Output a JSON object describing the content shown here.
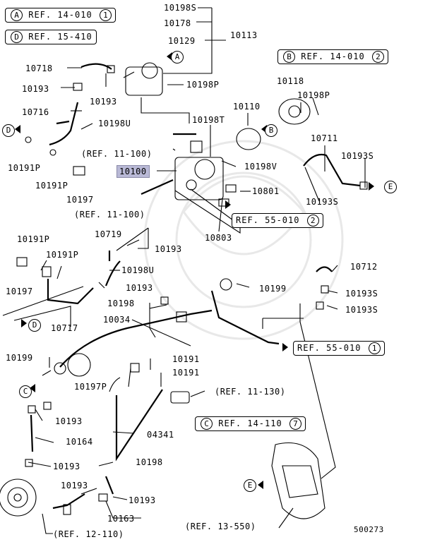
{
  "diagram_id": "500273",
  "references": [
    {
      "letter": "A",
      "text": "REF. 14-010",
      "num": "1"
    },
    {
      "letter": "D",
      "text": "REF. 15-410",
      "num": ""
    },
    {
      "letter": "B",
      "text": "REF. 14-010",
      "num": "2"
    },
    {
      "letter": "",
      "text": "REF. 55-010",
      "num": "2"
    },
    {
      "letter": "",
      "text": "REF. 55-010",
      "num": "1"
    },
    {
      "letter": "C",
      "text": "REF. 14-110",
      "num": "7"
    }
  ],
  "ref_texts": [
    "(REF. 11-100)",
    "(REF. 11-100)",
    "(REF. 11-130)",
    "(REF. 12-110)",
    "(REF. 13-550)"
  ],
  "parts": [
    "10198S",
    "10178",
    "10129",
    "10113",
    "10718",
    "10193",
    "10193",
    "10198P",
    "10716",
    "10198U",
    "10191P",
    "10191P",
    "10197",
    "10198T",
    "10110",
    "10118",
    "10198P",
    "10100",
    "10198V",
    "10711",
    "10193S",
    "10801",
    "10193S",
    "10803",
    "10191P",
    "10719",
    "10193",
    "10191P",
    "10198U",
    "10197",
    "10193",
    "10717",
    "10198",
    "10199",
    "10712",
    "10193S",
    "10193S",
    "10034",
    "10199",
    "10191",
    "10197P",
    "10191",
    "10193",
    "10164",
    "04341",
    "10193",
    "10198",
    "10193",
    "10193",
    "10163"
  ],
  "markers": [
    "A",
    "D",
    "B",
    "A",
    "D",
    "B",
    "E",
    "D",
    "C",
    "C",
    "E"
  ]
}
